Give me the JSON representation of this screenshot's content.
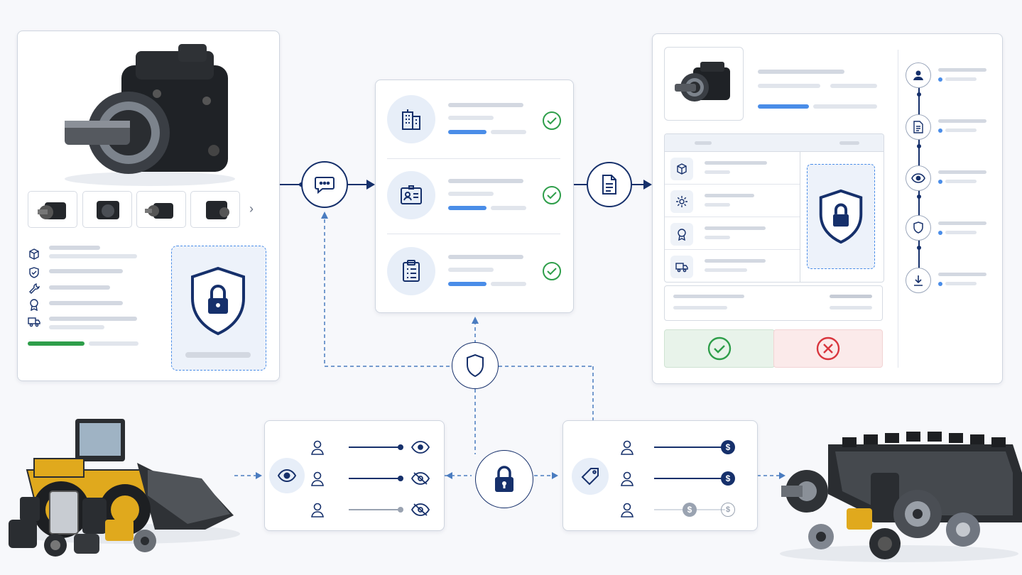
{
  "colors": {
    "navy": "#16306b",
    "accent_blue": "#4a8de8",
    "approve_green": "#2e9e4a",
    "reject_red": "#d9363e",
    "placeholder_gray": "#e1e5ec"
  },
  "product_card": {
    "main_image": "hydraulic-motor",
    "thumbnails": [
      "hydraulic-motor-view-1",
      "hydraulic-motor-view-2",
      "hydraulic-motor-view-3",
      "hydraulic-motor-view-4"
    ],
    "thumb_next_glyph": "›",
    "spec_icons": [
      "box-icon",
      "shield-check-icon",
      "wrench-icon",
      "badge-icon",
      "truck-icon"
    ],
    "lock_panel_icon": "shield-lock-icon"
  },
  "chat_connector_icon": "chat-bubble-icon",
  "verification_card": {
    "items": [
      {
        "icon": "building-icon",
        "status": "check-icon"
      },
      {
        "icon": "id-card-icon",
        "status": "check-icon"
      },
      {
        "icon": "clipboard-list-icon",
        "status": "check-icon"
      }
    ]
  },
  "document_connector_icon": "document-icon",
  "quote_card": {
    "product_image": "hydraulic-motor",
    "rows": [
      "box-icon",
      "gear-icon",
      "badge-icon",
      "truck-icon"
    ],
    "lock_icon": "shield-lock-icon",
    "approve_icon": "check-circle-icon",
    "reject_icon": "x-circle-icon"
  },
  "timeline": [
    "user-icon",
    "document-icon",
    "eye-icon",
    "shield-icon",
    "download-icon"
  ],
  "hub": {
    "shield_icon": "shield-icon",
    "lock_icon": "padlock-icon"
  },
  "visibility_card": {
    "header_icon": "eye-icon",
    "rows": [
      {
        "user": "user-icon",
        "access": "eye-icon",
        "level": 1
      },
      {
        "user": "user-icon",
        "access": "eye-off-icon",
        "level": 1
      },
      {
        "user": "user-icon",
        "access": "eye-off-icon",
        "level": 0.5
      }
    ]
  },
  "pricing_card": {
    "header_icon": "price-tag-icon",
    "rows": [
      {
        "user": "user-icon",
        "price": "dollar-icon",
        "level": 1
      },
      {
        "user": "user-icon",
        "price": "dollar-icon",
        "level": 1
      },
      {
        "user": "user-icon",
        "price": "dollar-icon",
        "level": 0.5
      }
    ],
    "price_glyph": "$"
  },
  "left_illustration": "wheel-loader-and-parts",
  "right_illustration": "crawler-track-and-parts"
}
